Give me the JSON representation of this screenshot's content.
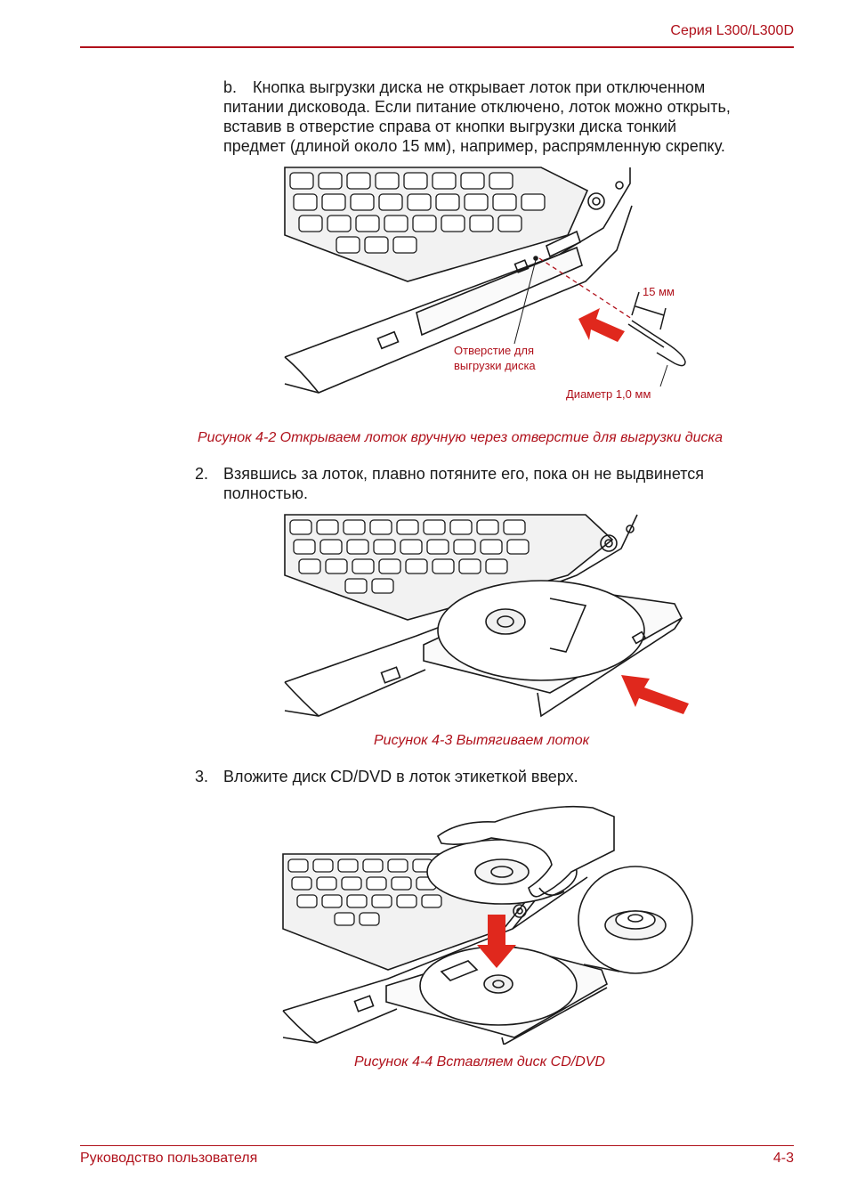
{
  "header": {
    "series": "Серия L300/L300D"
  },
  "step_b": {
    "marker": "b.",
    "line1": "Кнопка выгрузки диска не открывает лоток при отключенном",
    "line2": "питании дисковода. Если питание отключено, лоток можно открыть,",
    "line3": "вставив в отверстие справа от кнопки выгрузки диска тонкий",
    "line4": "предмет (длиной около 15 мм), например, распрямленную скрепку."
  },
  "figure_2": {
    "label_15mm": "15 мм",
    "label_hole_1": "Отверстие для",
    "label_hole_2": "выгрузки диска",
    "label_diameter": "Диаметр 1,0 мм",
    "caption": "Рисунок 4-2 Открываем лоток вручную через отверстие для выгрузки диска"
  },
  "step_2": {
    "number": "2.",
    "line1": "Взявшись за лоток, плавно потяните его, пока он не выдвинется",
    "line2": "полностью."
  },
  "figure_3": {
    "caption": "Рисунок 4-3 Вытягиваем лоток"
  },
  "step_3": {
    "number": "3.",
    "line1": "Вложите диск CD/DVD в лоток этикеткой вверх."
  },
  "figure_4": {
    "caption": "Рисунок 4-4 Вставляем диск CD/DVD"
  },
  "footer": {
    "left": "Руководство пользователя",
    "right": "4-3"
  },
  "colors": {
    "accent": "#b0111b",
    "arrow": "#e0281d",
    "text": "#1a1a1a"
  }
}
